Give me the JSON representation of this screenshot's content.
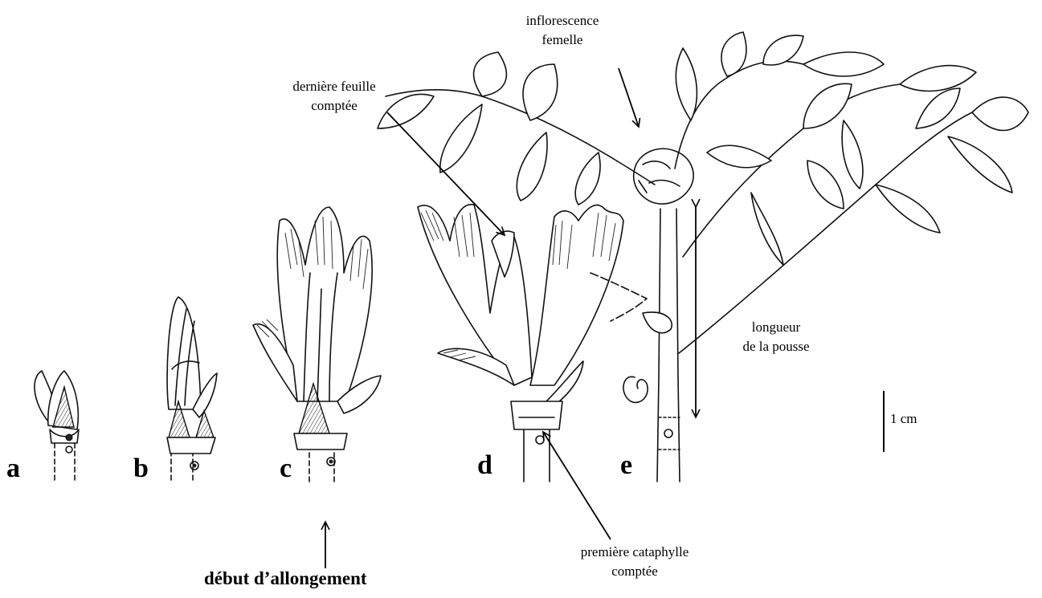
{
  "stages": {
    "a": "a",
    "b": "b",
    "c": "c",
    "d": "d",
    "e": "e"
  },
  "labels": {
    "inflorescence": "inflorescence\nfemelle",
    "derniere_feuille": "dernière feuille\ncomptée",
    "longueur": "longueur\nde la pousse",
    "premiere_cataphylle": "première cataphylle\ncomptée",
    "scale": "1 cm",
    "debut": "début d’allongement"
  }
}
